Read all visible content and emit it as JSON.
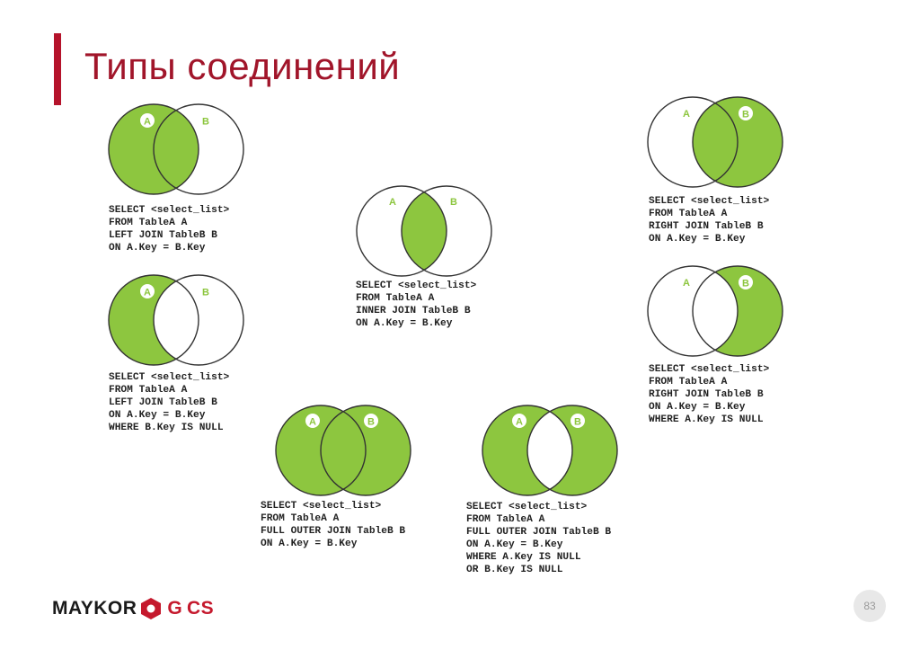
{
  "title": "Типы соединений",
  "colors": {
    "accent": "#b5132b",
    "fill": "#8dc63f",
    "outline": "#1a1a1a"
  },
  "diagrams": [
    {
      "id": "left-join",
      "label_a": "A",
      "label_b": "B",
      "code": [
        "SELECT <select_list>",
        "FROM TableA A",
        "LEFT JOIN TableB B",
        "ON A.Key = B.Key"
      ]
    },
    {
      "id": "left-join-null",
      "label_a": "A",
      "label_b": "B",
      "code": [
        "SELECT <select_list>",
        "FROM TableA A",
        "LEFT JOIN TableB B",
        "ON A.Key = B.Key",
        "WHERE B.Key IS NULL"
      ]
    },
    {
      "id": "inner-join",
      "label_a": "A",
      "label_b": "B",
      "code": [
        "SELECT <select_list>",
        "FROM TableA A",
        "INNER JOIN TableB B",
        "ON A.Key = B.Key"
      ]
    },
    {
      "id": "full-outer-join",
      "label_a": "A",
      "label_b": "B",
      "code": [
        "SELECT <select_list>",
        "FROM TableA A",
        "FULL OUTER JOIN TableB B",
        "ON A.Key = B.Key"
      ]
    },
    {
      "id": "full-outer-join-null",
      "label_a": "A",
      "label_b": "B",
      "code": [
        "SELECT <select_list>",
        "FROM TableA A",
        "FULL OUTER JOIN TableB B",
        "ON A.Key = B.Key",
        "WHERE A.Key IS NULL",
        "OR B.Key IS NULL"
      ]
    },
    {
      "id": "right-join",
      "label_a": "A",
      "label_b": "B",
      "code": [
        "SELECT <select_list>",
        "FROM TableA A",
        "RIGHT JOIN TableB B",
        "ON A.Key = B.Key"
      ]
    },
    {
      "id": "right-join-null",
      "label_a": "A",
      "label_b": "B",
      "code": [
        "SELECT <select_list>",
        "FROM TableA A",
        "RIGHT JOIN TableB B",
        "ON A.Key = B.Key",
        "WHERE A.Key IS NULL"
      ]
    }
  ],
  "footer": {
    "logo_left": "MAYKOR",
    "logo_right": "G CS",
    "page_number": "83"
  }
}
